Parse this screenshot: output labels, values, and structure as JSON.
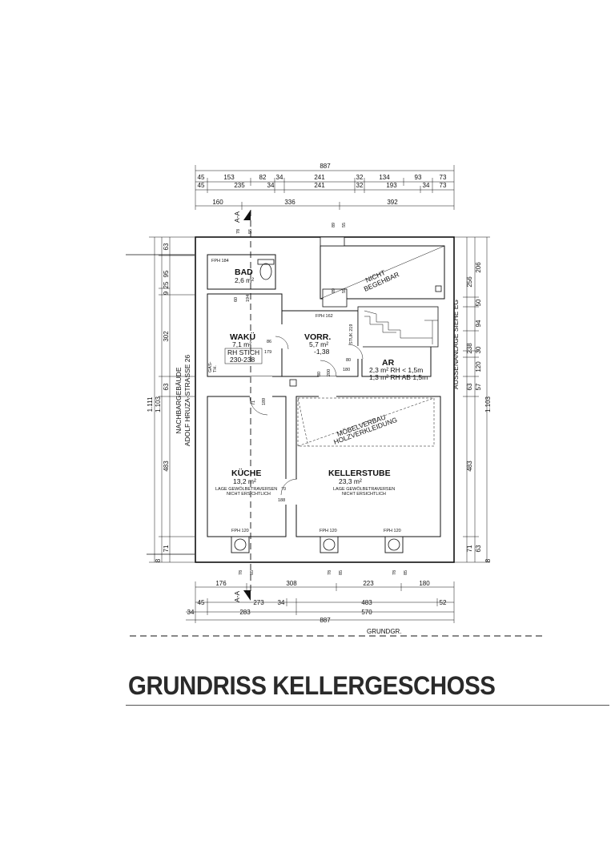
{
  "rooms": {
    "bad": {
      "name": "BAD",
      "area": "2,6 m²"
    },
    "waku": {
      "name": "WAKÜ",
      "area": "7,1 m²",
      "stich_label": "RH STICH",
      "stich_value": "230-238"
    },
    "vorr": {
      "name": "VORR.",
      "area": "5,7 m²",
      "level": "-1,38"
    },
    "ar": {
      "name": "AR",
      "line1": "2,3 m² RH  < 1,5m",
      "line2": "1,3 m² RH AB 1,5m"
    },
    "kueche": {
      "name": "KÜCHE",
      "area": "13,2 m²",
      "note1": "LAGE GEWÖLBETRAVERSEN",
      "note2": "NICHT ERSICHTLICH"
    },
    "kellerstube": {
      "name": "KELLERSTUBE",
      "area": "23,3 m²",
      "note1": "LAGE GEWÖLBETRAVERSEN",
      "note2": "NICHT ERSICHTLICH"
    }
  },
  "labels": {
    "nicht_begehbar_1": "NICHT",
    "nicht_begehbar_2": "BEGEHBAR",
    "moebelverbau_1": "MÖBELVERBAU",
    "moebelverbau_2": "HOLZVERKLEIDUNG",
    "nachbargebaeude_1": "NACHBARGEBÄUDE",
    "nachbargebaeude_2": "ADOLF HRUZA-STRASSE 26",
    "aussenanlage": "AUSSENANLAGE SIEHE EG",
    "stuk": "STUK 219",
    "gas": "GAS-",
    "th": "TH.",
    "section_top": "A-A",
    "section_bottom": "A-A",
    "grundgr": "GRUNDGR.",
    "fph_184": "FPH 184",
    "fph_162": "FPH 162",
    "fph_120_1": "FPH 120",
    "fph_120_2": "FPH 120",
    "fph_120_3": "FPH 120"
  },
  "dims_top": {
    "total": "887",
    "row1": [
      "45",
      "153",
      "82",
      "34",
      "241",
      "32",
      "134",
      "93",
      "73"
    ],
    "row2": [
      "45",
      "235",
      "34",
      "241",
      "32",
      "193",
      "34",
      "73"
    ],
    "row3": [
      "160",
      "336",
      "392"
    ]
  },
  "dims_bottom": {
    "row1": [
      "176",
      "308",
      "223",
      "180"
    ],
    "row2": [
      "45",
      "273",
      "34",
      "483",
      "52"
    ],
    "row3": [
      "34",
      "283",
      "570"
    ],
    "total": "887"
  },
  "dims_left": {
    "outer": "1.111",
    "inner": "1.103",
    "col1": [
      "63",
      "302",
      "63",
      "483",
      "71",
      "8"
    ],
    "col2": [
      "95",
      "25",
      "9"
    ]
  },
  "dims_right": {
    "outer": "1.103",
    "col1": [
      "256",
      "238",
      "63",
      "483",
      "71",
      "8"
    ],
    "col2": [
      "206",
      "50",
      "94",
      "30",
      "120",
      "57",
      "63"
    ]
  },
  "dims_internal": {
    "d78_top": "78",
    "d55_top": "55",
    "d89_a": "89",
    "d55_a": "55",
    "d89_b": "89",
    "d55_b": "55",
    "d60": "60",
    "d194": "194",
    "d86": "86",
    "d179": "179",
    "d80_a": "80",
    "d200": "200",
    "d80_b": "80",
    "d180": "180",
    "d71": "71",
    "d189": "189",
    "d70": "70",
    "d188": "188",
    "b78_a": "78",
    "b85_a": "85",
    "b78_b": "78",
    "b85_b": "85",
    "b78_c": "78",
    "b85_c": "85"
  },
  "title": "GRUNDRISS KELLERGESCHOSS"
}
